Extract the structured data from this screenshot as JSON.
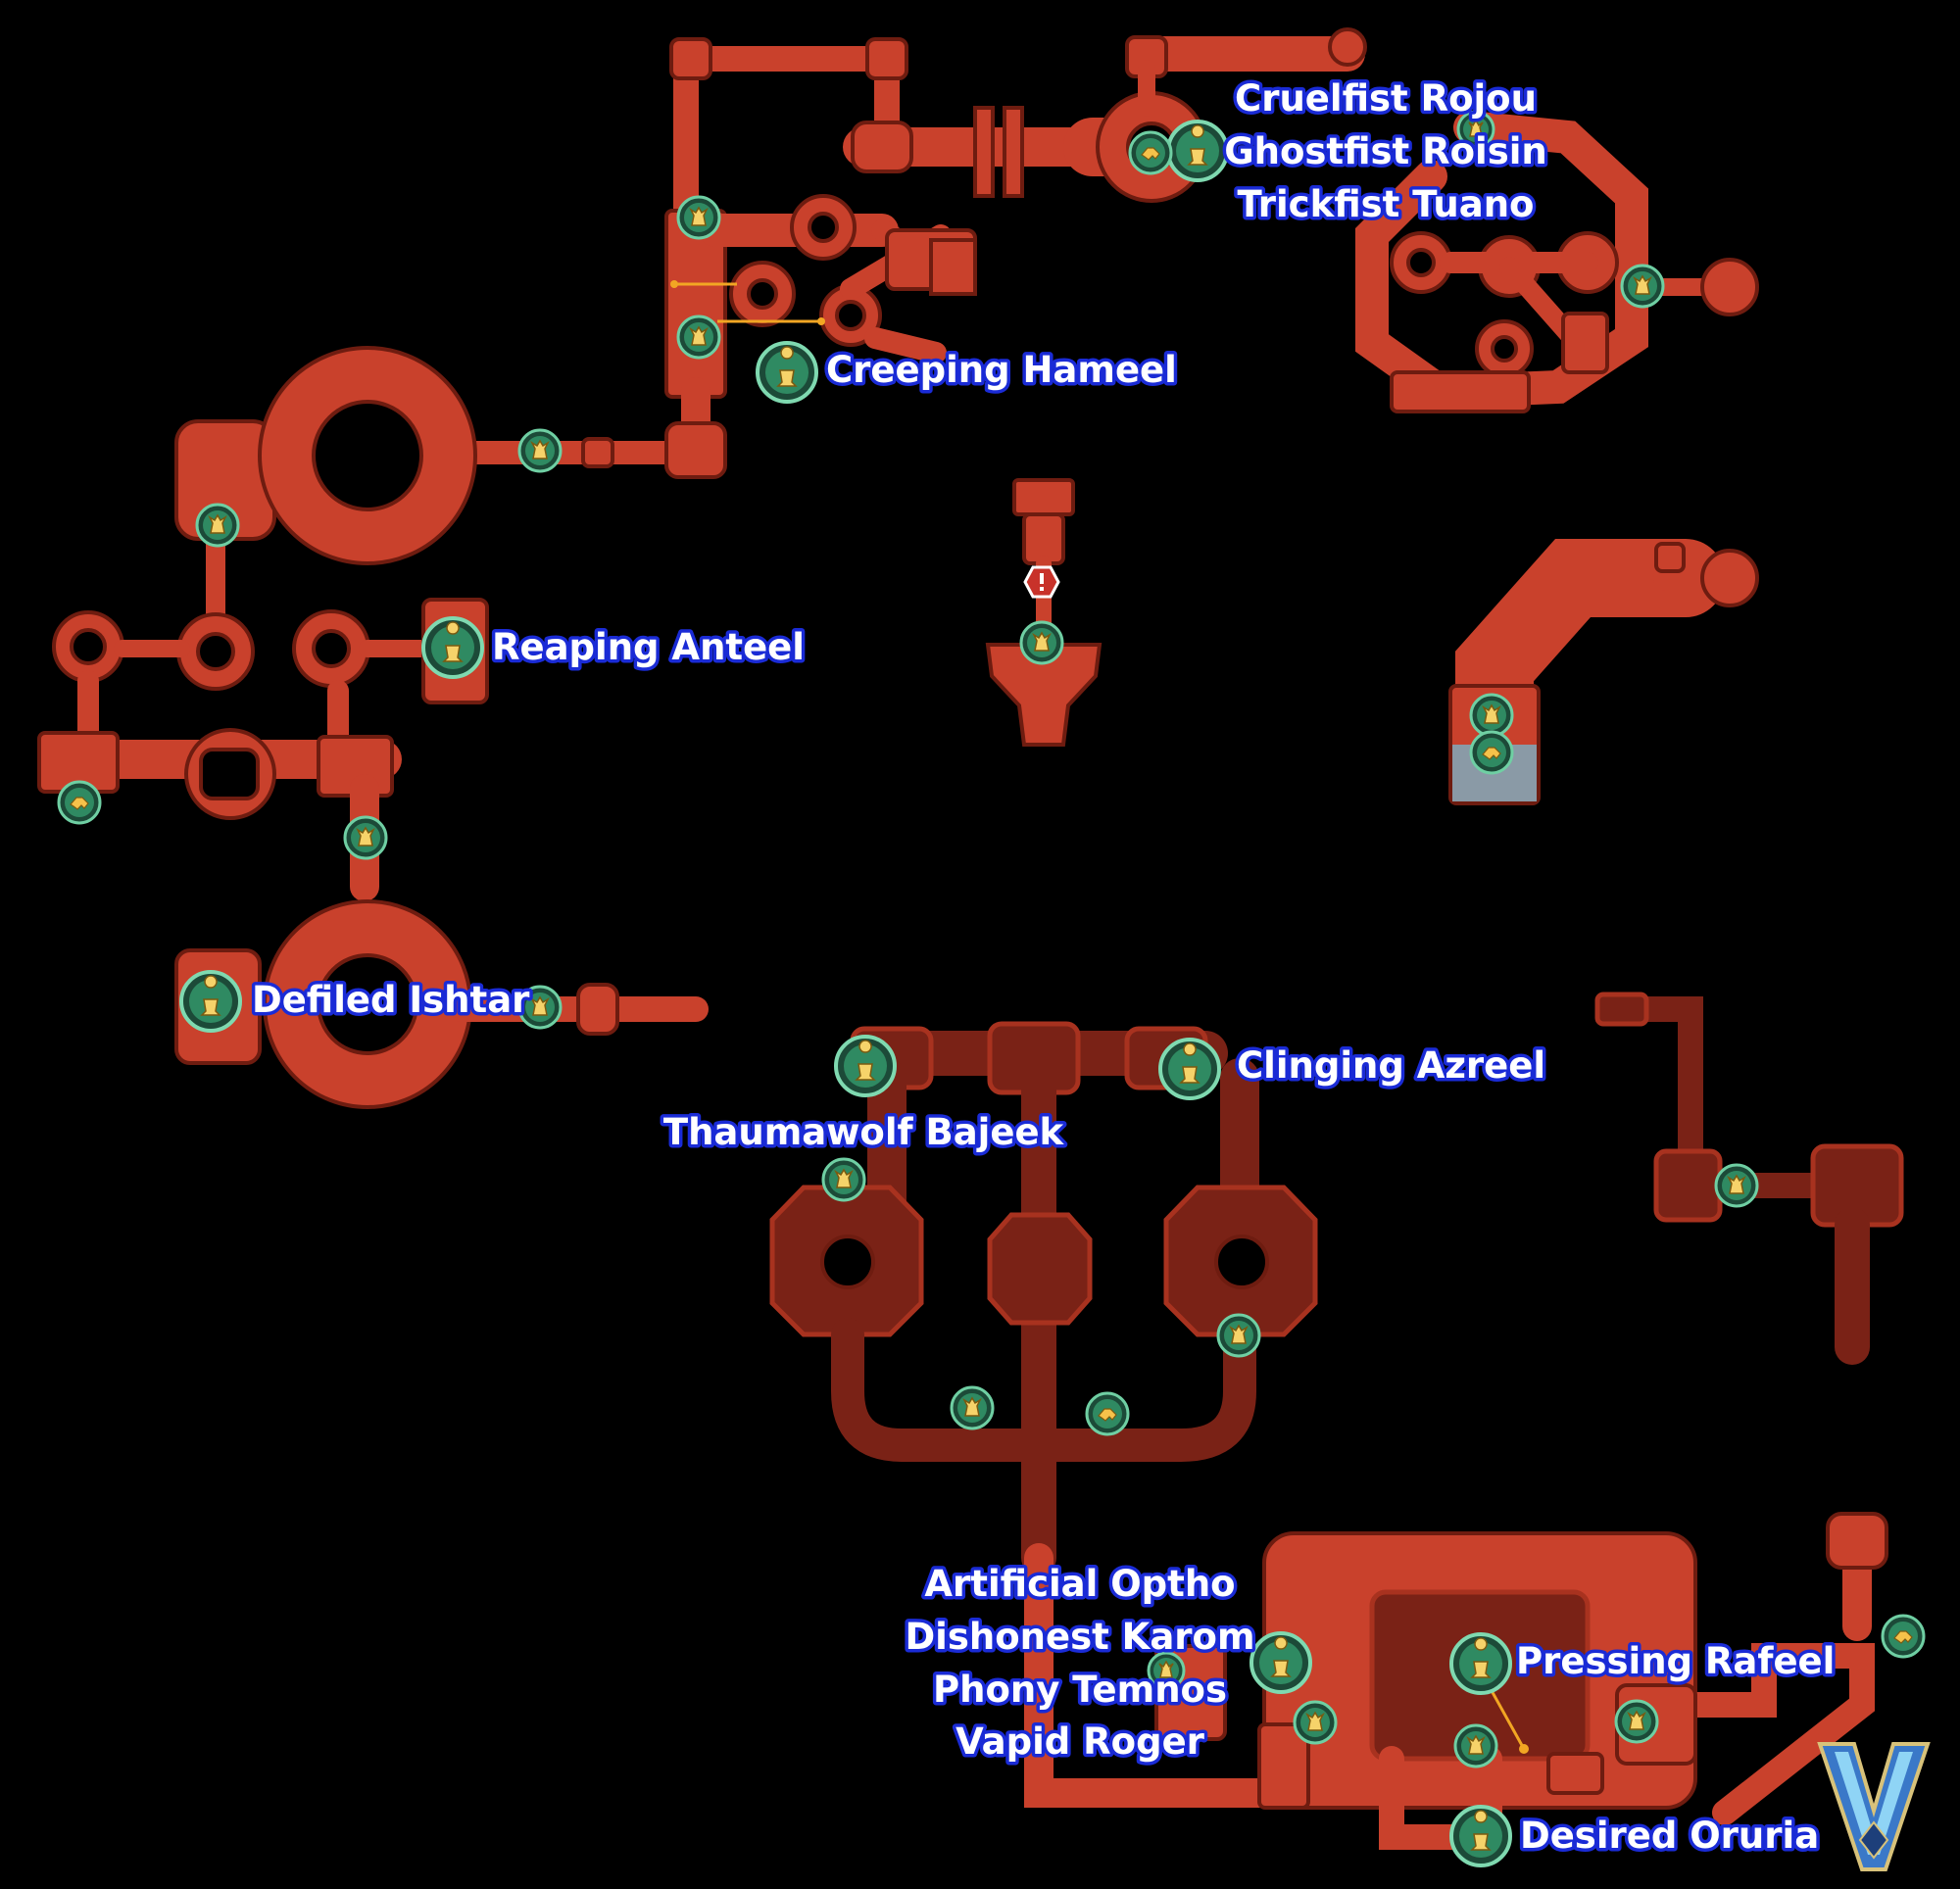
{
  "map": {
    "colors": {
      "background": "#000000",
      "room": "#c9412c",
      "room_dark": "#7a2216",
      "label_text": "#ffffff",
      "label_outline": "#1a2bd6",
      "marker_ring": "#7fd9b0",
      "marker_fill": "#2f8a62",
      "icon_gold": "#f6d36a",
      "route": "#f2a623",
      "warning": "#c8322a"
    },
    "labels": {
      "cruelfist_rojou": "Cruelfist Rojou",
      "ghostfist_roisin": "Ghostfist Roisin",
      "trickfist_tuano": "Trickfist Tuano",
      "creeping_hameel": "Creeping Hameel",
      "reaping_anteel": "Reaping Anteel",
      "defiled_ishtar": "Defiled Ishtar",
      "clinging_azreel": "Clinging Azreel",
      "thaumawolf_bajeek": "Thaumawolf Bajeek",
      "artificial_optho": "Artificial Optho",
      "dishonest_karom": "Dishonest Karom",
      "phony_temnos": "Phony Temnos",
      "vapid_roger": "Vapid Roger",
      "pressing_rafeel": "Pressing Rafeel",
      "desired_oruria": "Desired Oruria"
    },
    "icons": {
      "unique_monster": "pawn-icon",
      "landmark": "landmark-icon",
      "quest_npc": "handshake-icon",
      "warning": "warning-icon",
      "game_logo": "v-emblem-logo"
    }
  }
}
